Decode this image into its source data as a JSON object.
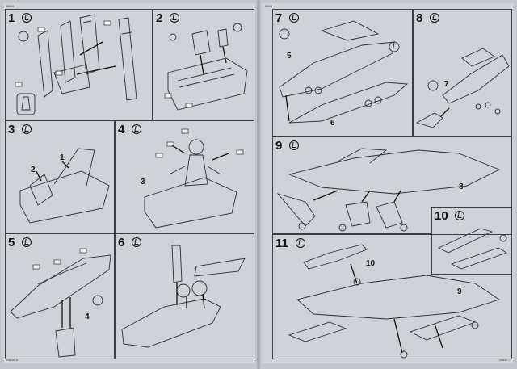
{
  "document": {
    "kit_code_left": "5804",
    "kit_code_right": "5804",
    "page_left": "PAGE 6",
    "page_right": "PAGE 7"
  },
  "steps": [
    {
      "number": "1",
      "callouts": []
    },
    {
      "number": "2",
      "callouts": []
    },
    {
      "number": "3",
      "callouts": [
        "1",
        "2"
      ]
    },
    {
      "number": "4",
      "callouts": [
        "3"
      ]
    },
    {
      "number": "5",
      "callouts": [
        "4"
      ]
    },
    {
      "number": "6",
      "callouts": []
    },
    {
      "number": "7",
      "callouts": [
        "5",
        "6"
      ]
    },
    {
      "number": "8",
      "callouts": [
        "7"
      ]
    },
    {
      "number": "9",
      "callouts": [
        "8"
      ]
    },
    {
      "number": "10",
      "callouts": []
    },
    {
      "number": "11",
      "callouts": [
        "10",
        "9"
      ]
    }
  ]
}
